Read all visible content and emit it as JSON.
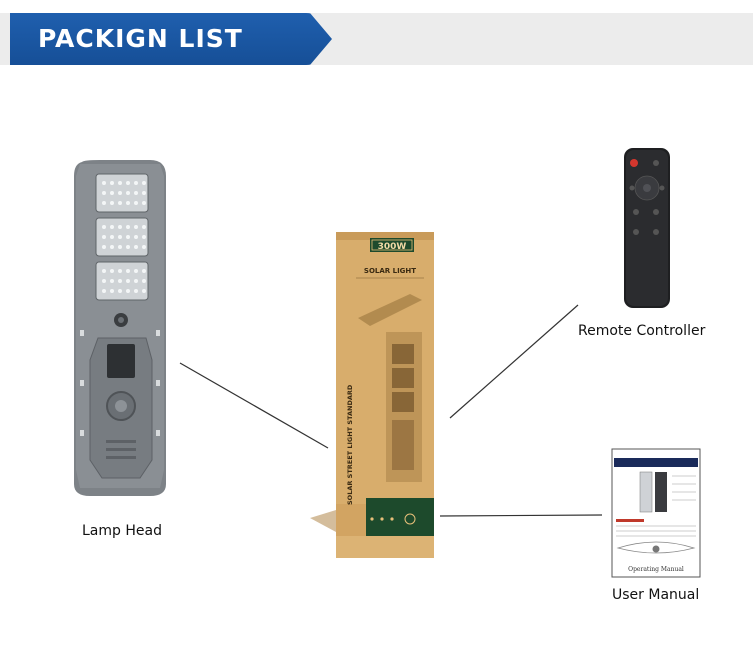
{
  "header": {
    "title": "PACKIGN LIST"
  },
  "items": {
    "lamp_head": {
      "label": "Lamp Head"
    },
    "remote": {
      "label": "Remote Controller"
    },
    "manual": {
      "label": "User Manual",
      "cover_caption": "Operating Manual"
    },
    "box": {
      "wattage": "300W",
      "brand": "SOLAR LIGHT",
      "side_text": "SOLAR STREET LIGHT STANDARD"
    }
  },
  "colors": {
    "header_blue": "#1a58a4",
    "box_kraft": "#d8ad6c",
    "box_green": "#1d4a2c",
    "lamp_gray": "#7d8287"
  }
}
